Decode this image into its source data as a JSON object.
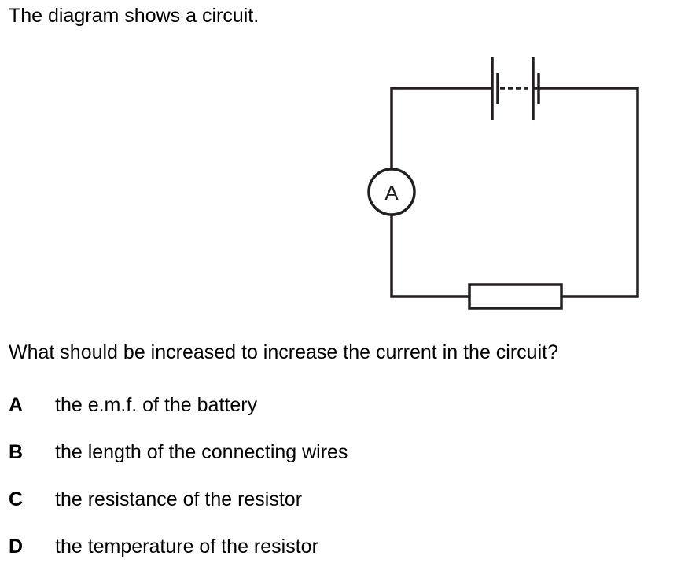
{
  "intro": "The diagram shows a circuit.",
  "diagram": {
    "ammeter_label": "A"
  },
  "question": "What should be increased to increase the current in the circuit?",
  "options": [
    {
      "letter": "A",
      "text": "the e.m.f. of the battery"
    },
    {
      "letter": "B",
      "text": "the length of the connecting wires"
    },
    {
      "letter": "C",
      "text": "the resistance of the resistor"
    },
    {
      "letter": "D",
      "text": "the temperature of the resistor"
    }
  ]
}
